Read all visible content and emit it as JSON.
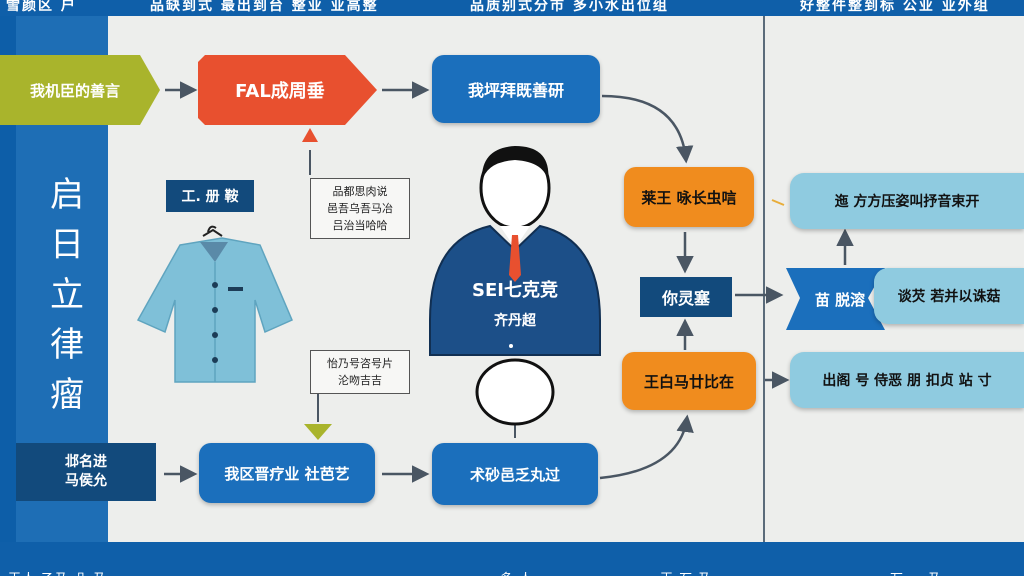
{
  "top_bar_text": [
    "雪颜区 户",
    "品缺到式 最出到台 整业 业高整",
    "品质别式分市 多小水出位组",
    "好整件整到标 公业 业外组"
  ],
  "side_title": [
    "启",
    "日",
    "立",
    "律",
    "瘤"
  ],
  "nodes": {
    "start_flag": "我机臣的善言",
    "red_pentagon": "FAL成周垂",
    "blue_top": "我坪拜既善研",
    "garment_label": "工. 册 鞍",
    "note_top": "品都思肉说\n邑吾乌吾马冶\n吕治当哈哈",
    "note_mid": "怡乃号咨号片\n沦吻吉吉",
    "person_title": "SEI七克竞",
    "person_sub": "齐丹超",
    "left_bottom": "邶名进\n马侯允",
    "blue_bottom_mid": "我区晋疗业 社芭艺",
    "blue_bottom_right": "术砂邑乏丸过",
    "orange_top": "莱王 咏长虫唁",
    "navy_small": "你灵塞",
    "orange_bottom": "王白马廿比在",
    "right_top": "迤 方方压姿叫抒音束开",
    "ribbon": "苗 脱溶",
    "right_mid": "谈芡 若并以诛菇",
    "right_bottom": "出阁 号 侍恶 朋 扣贞 站 寸"
  },
  "bottom_bar_text": [
    "王人 乙乃 凸 乃",
    "多 人",
    "王 石 乃",
    "万 一 乃"
  ],
  "colors": {
    "blue": "#1b6fbc",
    "navy": "#124a7c",
    "orange": "#f08c1e",
    "red": "#e8502f",
    "olive": "#a9b42c",
    "sky": "#8fcbe0"
  }
}
